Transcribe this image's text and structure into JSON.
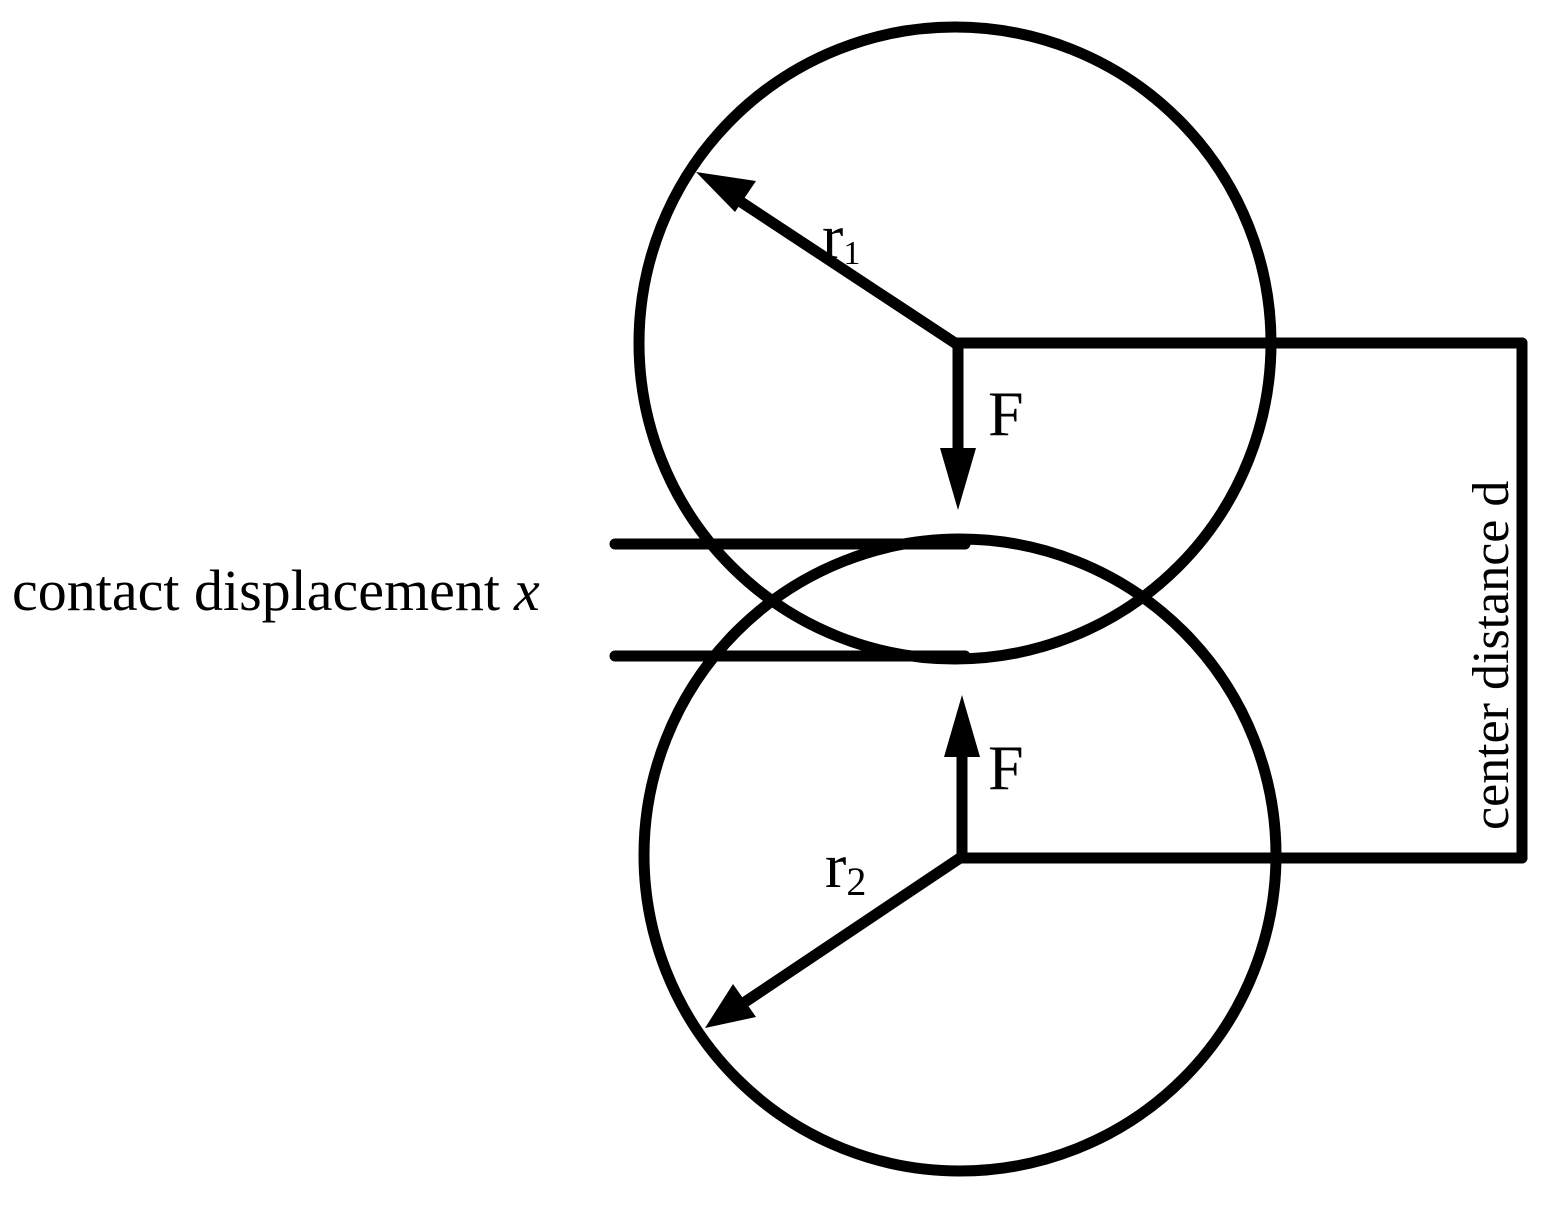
{
  "labels": {
    "r1": {
      "base": "r",
      "sub": "1"
    },
    "r2": {
      "base": "r",
      "sub": "2"
    },
    "force_top": "F",
    "force_bottom": "F",
    "contact_displacement": {
      "text": "contact displacement",
      "symbol": "x"
    },
    "center_distance": "center distance d"
  },
  "colors": {
    "stroke": "#000000",
    "background": "#ffffff"
  }
}
